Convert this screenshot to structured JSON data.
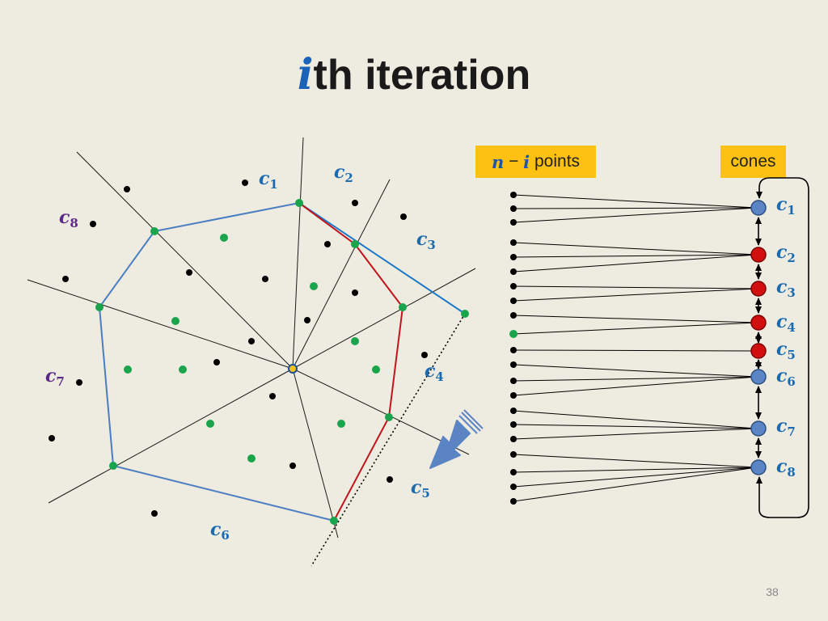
{
  "title": {
    "var": "i",
    "text": "th iteration"
  },
  "points_box": {
    "n": "n",
    "minus": " − ",
    "i": "i",
    "text": " points"
  },
  "cones_box": {
    "text": "cones"
  },
  "page_number": "38",
  "cone_labels": [
    "1",
    "2",
    "3",
    "4",
    "5",
    "6",
    "7",
    "8"
  ],
  "colors": {
    "background": "#eeebe0",
    "title_var": "#1b63b8",
    "hull_blue": "#4a7ec2",
    "hull_red": "#c0141c",
    "green_point": "#1aa44c",
    "black_point": "#000000",
    "node_blue": "#5b84c4",
    "node_red": "#d10f0f",
    "label_box": "#fcc113",
    "label_blue": "#1a6ab0",
    "label_purple": "#5b2a86"
  }
}
